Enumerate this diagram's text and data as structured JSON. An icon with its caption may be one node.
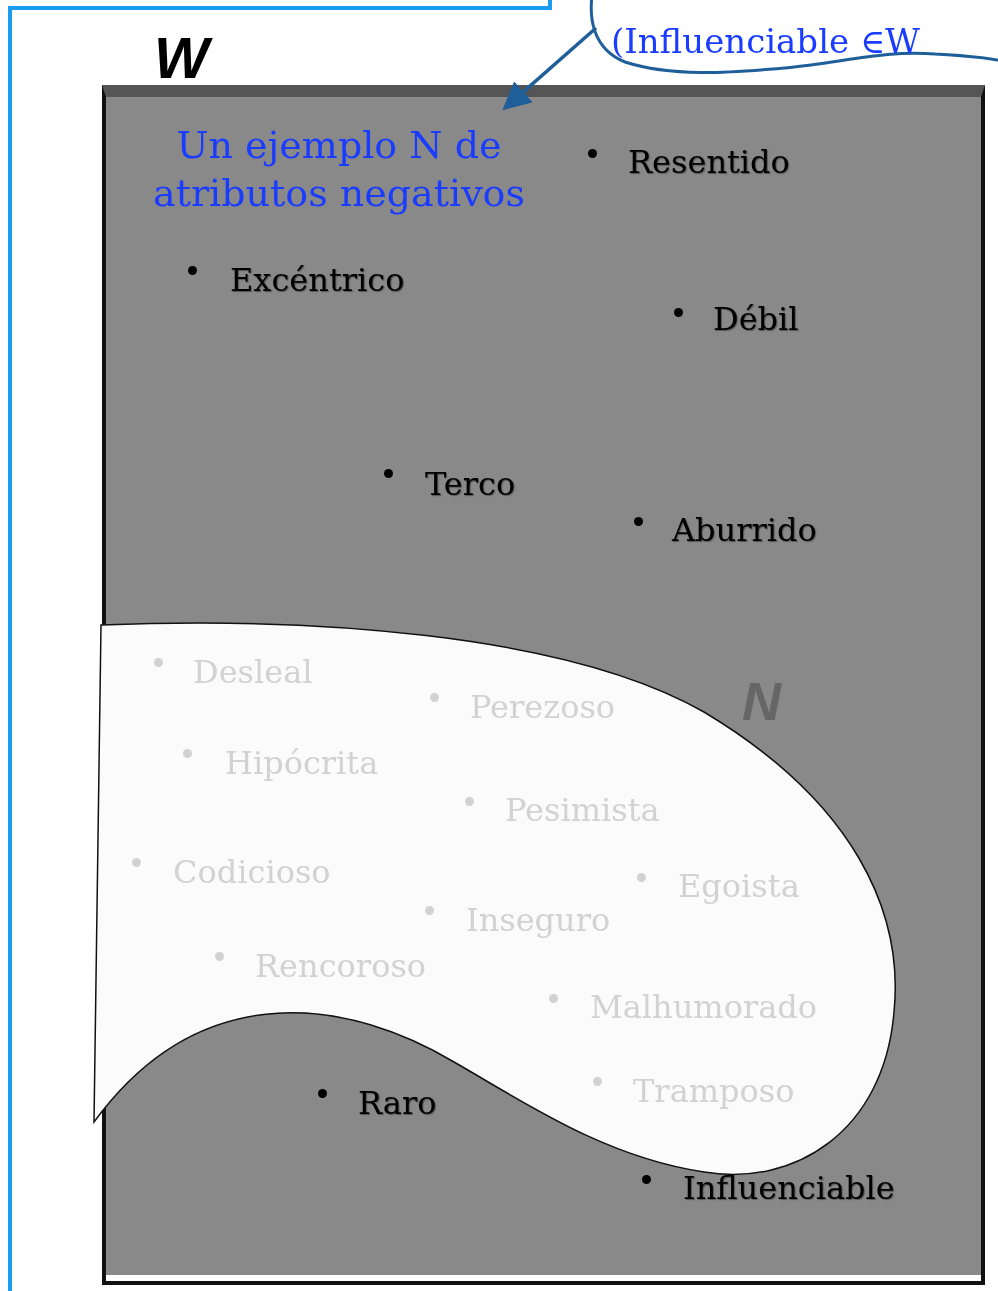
{
  "diagram": {
    "nodes": [
      {
        "text": [
          "W"
        ]
      },
      {
        "text": [
          "N"
        ],
        "in": 0
      },
      {
        "text": [
          "(Influenciable ∈W"
        ]
      },
      {
        "text": [
          "Un ejemplo N de atributos negativos"
        ],
        "in": 0
      }
    ],
    "edges": [
      {
        "from": 2,
        "to": 3,
        "arrow": "to"
      }
    ],
    "labels": [
      "Resentido",
      "Excéntrico",
      "Débil",
      "Terco",
      "Aburrido",
      "Desleal",
      "Perezoso",
      "Hipócrita",
      "Pesimista",
      "Codicioso",
      "Egoista",
      "Inseguro",
      "Rencoroso",
      "Malhumorado",
      "Tramposo",
      "Raro",
      "Influenciable"
    ]
  }
}
